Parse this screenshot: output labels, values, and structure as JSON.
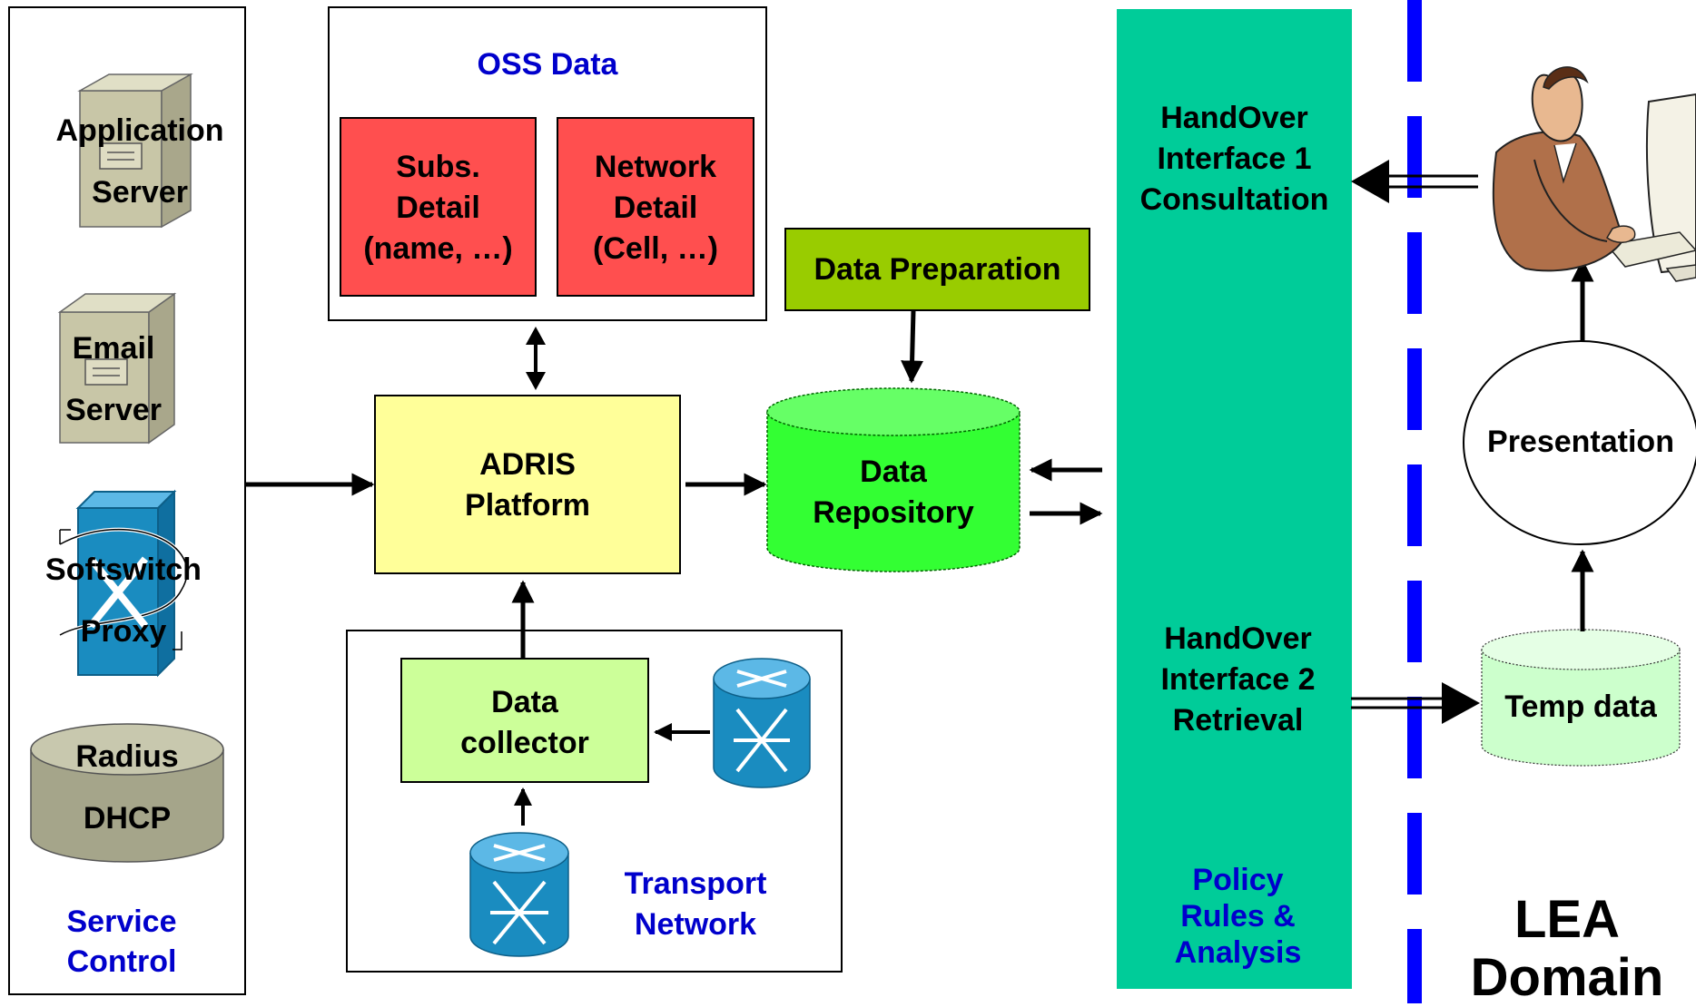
{
  "service_control": {
    "application_server": [
      "Application",
      "Server"
    ],
    "email_server": [
      "Email",
      "Server"
    ],
    "softswitch_proxy": [
      "Softswitch",
      "Proxy"
    ],
    "radius_dhcp": [
      "Radius",
      "DHCP"
    ],
    "caption": [
      "Service",
      "Control"
    ]
  },
  "oss": {
    "title": "OSS Data",
    "subs_detail": [
      "Subs.",
      "Detail",
      "(name, …)"
    ],
    "network_detail": [
      "Network",
      "Detail",
      "(Cell, …)"
    ]
  },
  "adris": [
    "ADRIS",
    "Platform"
  ],
  "data_preparation": "Data Preparation",
  "data_repository": [
    "Data",
    "Repository"
  ],
  "transport": {
    "data_collector": [
      "Data",
      "collector"
    ],
    "caption": [
      "Transport",
      "Network"
    ]
  },
  "handover": {
    "interface1": [
      "HandOver",
      "Interface 1",
      "Consultation"
    ],
    "interface2": [
      "HandOver",
      "Interface 2",
      "Retrieval"
    ],
    "policy": [
      "Policy",
      "Rules &",
      "Analysis"
    ]
  },
  "lea": {
    "presentation": "Presentation",
    "temp_data": "Temp data",
    "domain": [
      "LEA",
      "Domain"
    ]
  },
  "colors": {
    "oss_detail": "#ff4f4f",
    "adris": "#ffff99",
    "data_preparation": "#99cc00",
    "data_repository": "#33ff33",
    "data_collector": "#ccff99",
    "handover_band": "#00cc99",
    "temp_data": "#ccffcc",
    "lea_divider": "#0000ff",
    "caption_blue": "#0000cc",
    "router_blue": "#1a8cc0",
    "server_khaki": "#c8c6a7"
  }
}
